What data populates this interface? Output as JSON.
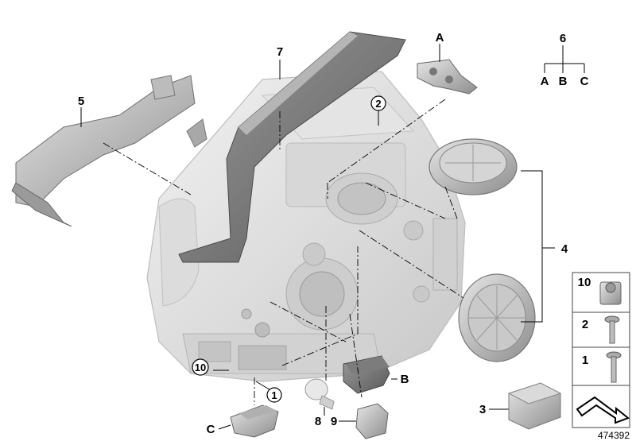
{
  "callouts": {
    "c7": "7",
    "c5": "5",
    "c2": "2",
    "cA_top": "A",
    "c6": "6",
    "legend_a": "A",
    "legend_b": "B",
    "legend_c": "C",
    "c4": "4",
    "c10": "10",
    "c1": "1",
    "cB": "B",
    "cC": "C",
    "c8": "8",
    "c9": "9",
    "c3": "3"
  },
  "sidebar": {
    "items": [
      {
        "num": "10",
        "icon": "clip-nut-icon"
      },
      {
        "num": "2",
        "icon": "screw-icon"
      },
      {
        "num": "1",
        "icon": "screw-icon"
      },
      {
        "num": "",
        "icon": "arrow-icon"
      }
    ]
  },
  "diagram_number": "474392"
}
